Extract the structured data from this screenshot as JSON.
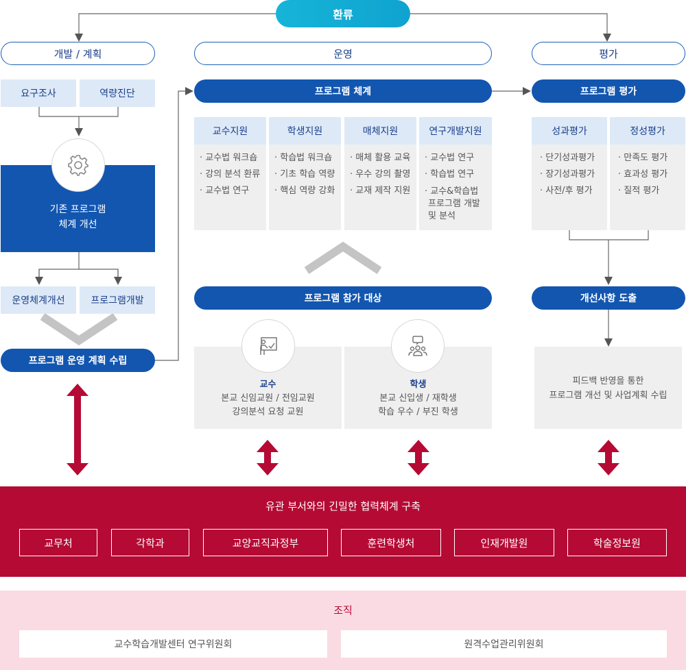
{
  "top": {
    "label": "환류"
  },
  "columns": {
    "plan": {
      "label": "개발 / 계획"
    },
    "operate": {
      "label": "운영"
    },
    "evaluate": {
      "label": "평가"
    }
  },
  "plan": {
    "boxes_top": [
      "요구조사",
      "역량진단"
    ],
    "main_box": [
      "기존 프로그램",
      "체계 개선"
    ],
    "boxes_bottom": [
      "운영체계개선",
      "프로그램개발"
    ],
    "result": "프로그램 운영 계획 수립"
  },
  "operate": {
    "system_title": "프로그램 체계",
    "supports": [
      {
        "title": "교수지원",
        "items": [
          "· 교수법 워크숍",
          "· 강의 분석 환류",
          "· 교수법 연구"
        ]
      },
      {
        "title": "학생지원",
        "items": [
          "· 학습법 워크숍",
          "· 기초 학습 역량",
          "· 핵심 역량 강화"
        ]
      },
      {
        "title": "매체지원",
        "items": [
          "· 매체 활용 교육",
          "· 우수 강의 촬영",
          "· 교재 제작 지원"
        ]
      },
      {
        "title": "연구개발지원",
        "items": [
          "· 교수법 연구",
          "· 학습법 연구",
          "· 교수&학습법",
          "프로그램 개발",
          "및 분석"
        ]
      }
    ],
    "target_title": "프로그램 참가 대상",
    "targets": [
      {
        "title": "교수",
        "lines": [
          "본교 신임교원 / 전임교원",
          "강의분석 요청 교원"
        ],
        "icon": "presentation-icon"
      },
      {
        "title": "학생",
        "lines": [
          "본교 신입생 / 재학생",
          "학습 우수 / 부진 학생"
        ],
        "icon": "group-chat-icon"
      }
    ]
  },
  "evaluate": {
    "title": "프로그램 평가",
    "types": [
      {
        "title": "성과평가",
        "items": [
          "· 단기성과평가",
          "· 장기성과평가",
          "· 사전/후 평가"
        ]
      },
      {
        "title": "정성평가",
        "items": [
          "· 만족도 평가",
          "· 효과성 평가",
          "· 질적 평가"
        ]
      }
    ],
    "improve": "개선사항 도출",
    "feedback": [
      "피드백 반영을 통한",
      "프로그램 개선 및 사업계획 수립"
    ]
  },
  "cooperation": {
    "title": "유관 부서와의 긴밀한 협력체계 구축",
    "departments": [
      "교무처",
      "각학과",
      "교양교직과정부",
      "훈련학생처",
      "인재개발원",
      "학술정보원"
    ]
  },
  "organization": {
    "title": "조직",
    "committees": [
      "교수학습개발센터 연구위원회",
      "원격수업관리위원회"
    ]
  },
  "colors": {
    "blue": "#1256b0",
    "cyan": "#17b4d8",
    "red": "#b50a34",
    "pink": "#fadbe3",
    "lightblue": "#dde9f7",
    "gray": "#efefef"
  }
}
